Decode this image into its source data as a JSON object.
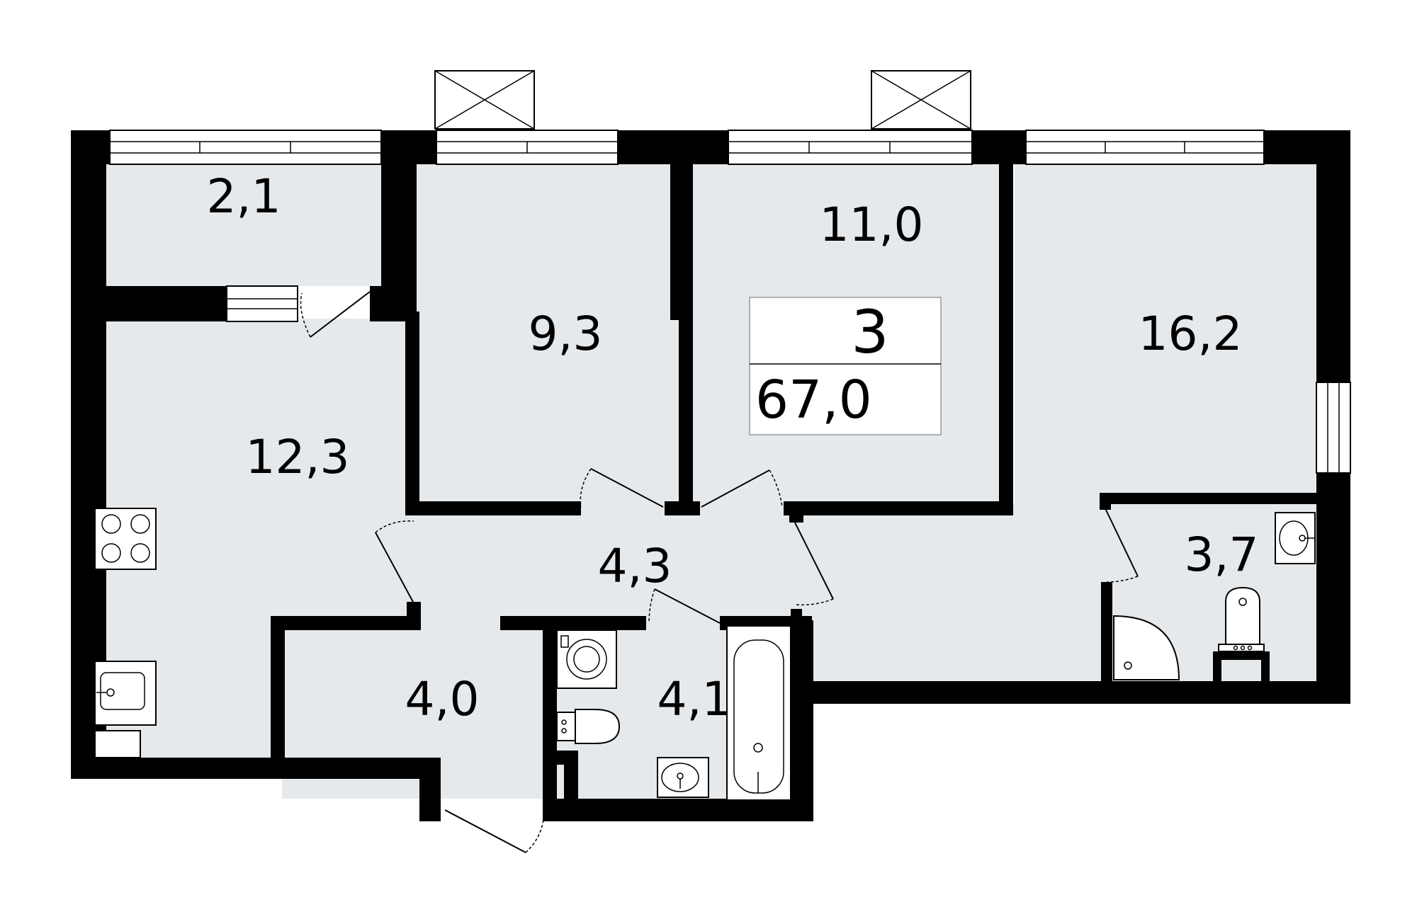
{
  "plan": {
    "rooms_count": "3",
    "total_area": "67,0",
    "rooms": [
      {
        "id": "balcony",
        "area": "2,1"
      },
      {
        "id": "bedroom_small",
        "area": "9,3"
      },
      {
        "id": "bedroom_middle",
        "area": "11,0"
      },
      {
        "id": "living_room",
        "area": "16,2"
      },
      {
        "id": "kitchen",
        "area": "12,3"
      },
      {
        "id": "hall",
        "area": "4,3"
      },
      {
        "id": "entrance_hall",
        "area": "4,0"
      },
      {
        "id": "bathroom",
        "area": "4,1"
      },
      {
        "id": "shower_room",
        "area": "3,7"
      }
    ]
  },
  "colors": {
    "floor": "#e6e9ec",
    "walls": "#000000",
    "background": "#ffffff"
  }
}
